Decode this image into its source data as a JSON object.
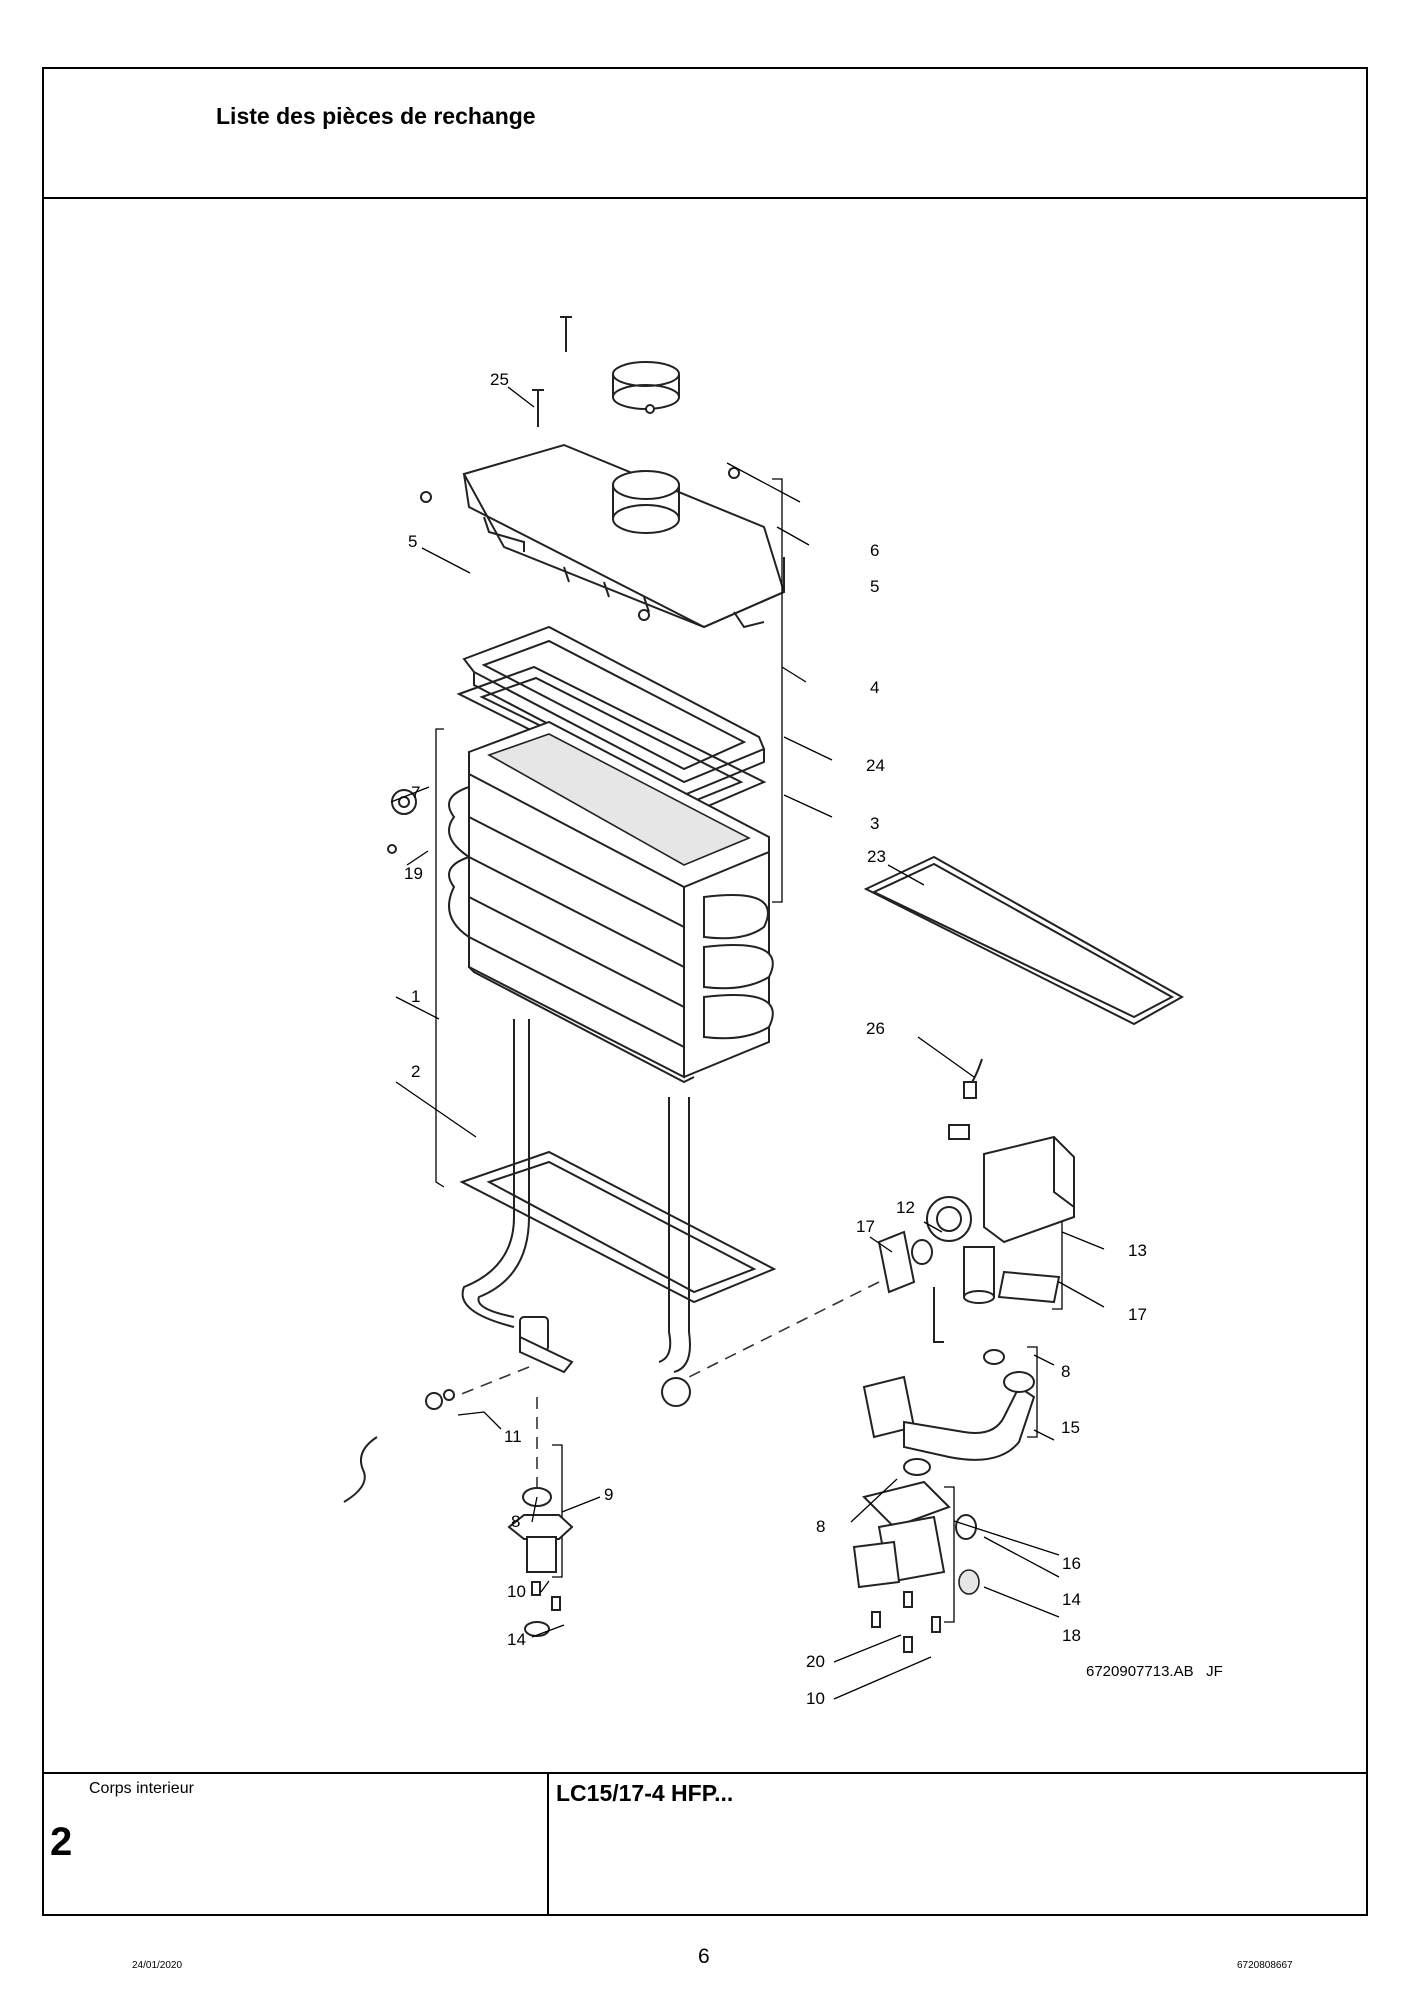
{
  "header": {
    "title": "Liste des pièces de rechange"
  },
  "drawing": {
    "reference": "6720907713.AB   JF",
    "callouts": [
      "25",
      "5",
      "6",
      "5",
      "4",
      "24",
      "3",
      "7",
      "19",
      "23",
      "1",
      "26",
      "2",
      "12",
      "17",
      "13",
      "17",
      "8",
      "11",
      "15",
      "8",
      "9",
      "8",
      "16",
      "10",
      "14",
      "14",
      "18",
      "20",
      "10"
    ]
  },
  "footer": {
    "section_name": "Corps interieur",
    "section_number": "2",
    "model": "LC15/17-4 HFP..."
  },
  "page_footer": {
    "date": "24/01/2020",
    "page_number": "6",
    "document_id": "6720808667"
  }
}
